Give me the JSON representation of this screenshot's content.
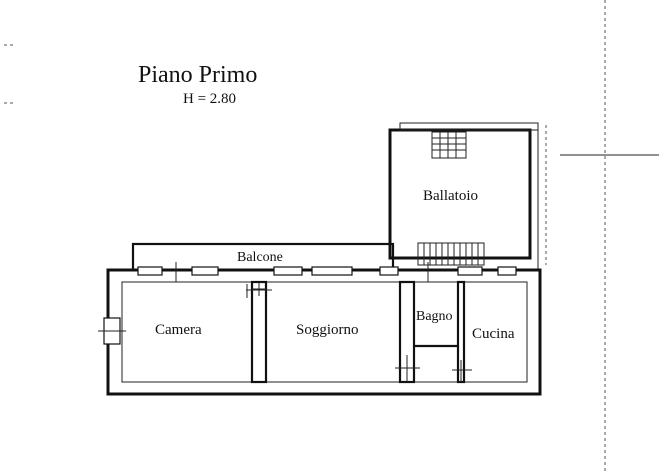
{
  "title": "Piano Primo",
  "height_note": "H = 2.80",
  "rooms": {
    "ballatoio": "Ballatoio",
    "balcone": "Balcone",
    "camera": "Camera",
    "soggiorno": "Soggiorno",
    "bagno": "Bagno",
    "cucina": "Cucina"
  }
}
